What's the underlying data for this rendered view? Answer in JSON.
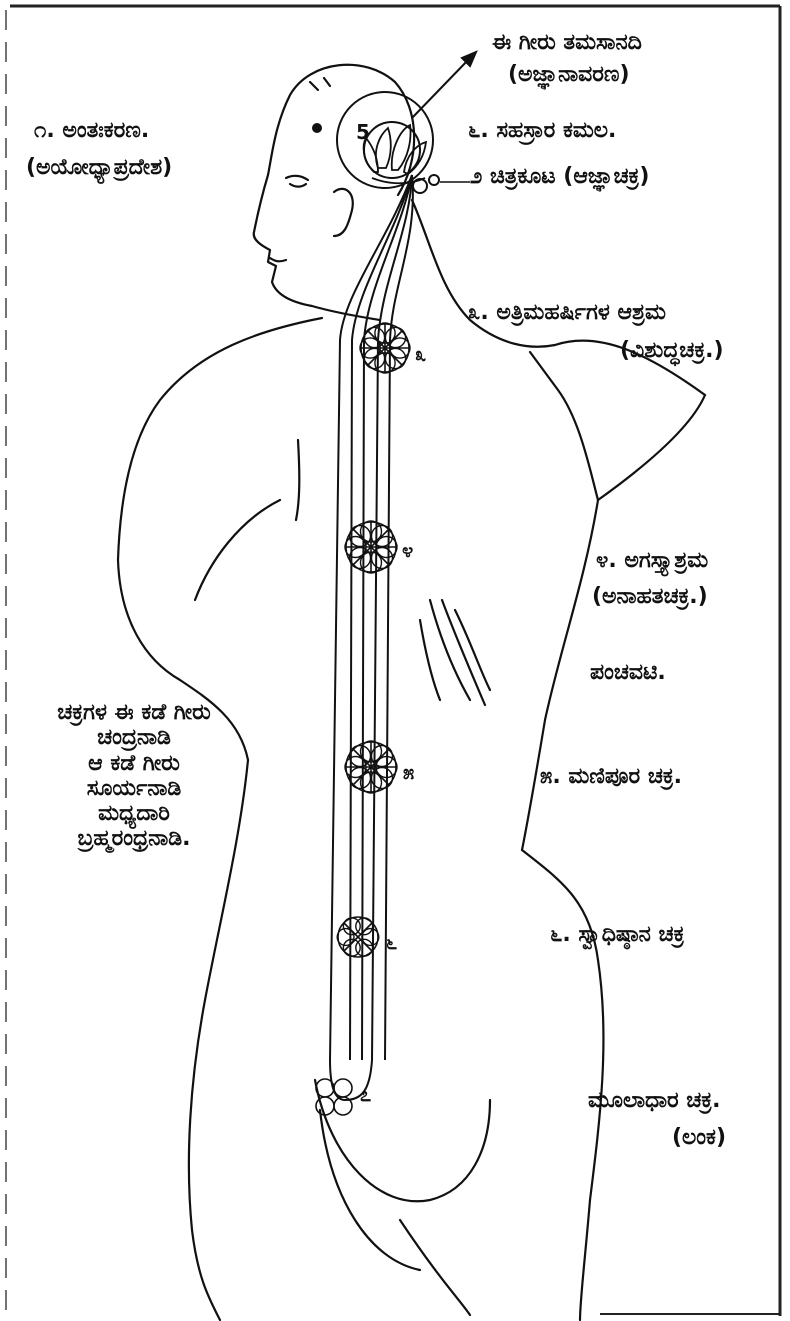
{
  "labels": {
    "top_line1": "ಈ ಗೀರು ತಮಸಾನದಿ",
    "top_line2": "(ಅಜ್ಞಾನಾವರಣ)",
    "c1_line1": "೧. ಅಂತಃಕರಣ.",
    "c1_line2": "(ಅಯೋಧ್ಯಾಪ್ರದೇಶ)",
    "c6": "೬. ಸಹಸ್ರಾರ ಕಮಲ.",
    "c_ajna": "೨ ಚಿತ್ರಕೂಟ (ಆಜ್ಞಾಚಕ್ರ)",
    "c5_line1": "೩. ಅತ್ರಿಮಹರ್ಷಿಗಳ ಆಶ್ರಮ",
    "c5_line2": "(ವಿಶುದ್ಧಚಕ್ರ.)",
    "c4_line1": "೪. ಅಗಸ್ತ್ಯಾಶ್ರಮ",
    "c4_line2": "(ಅನಾಹತಚಕ್ರ.)",
    "panchavati": "ಪಂಚವಟಿ.",
    "c3": "೫. ಮಣಿಪೂರ ಚಕ್ರ.",
    "c2": "೬. ಸ್ವಾಧಿಷ್ಠಾನ ಚಕ್ರ",
    "c1b_line1": "ಮೂಲಾಧಾರ ಚಕ್ರ.",
    "c1b_line2": "(ಲಂಕ)",
    "left_1": "ಚಕ್ರಗಳ ಈ ಕಡೆ ಗೀರು",
    "left_2": "ಚಂದ್ರನಾಡಿ",
    "left_3": "ಆ ಕಡೆ ಗೀರು",
    "left_4": "ಸೂರ್ಯನಾಡಿ",
    "left_5": "ಮಧ್ಯದಾರಿ",
    "left_6": "ಬ್ರಹ್ಮರಂಧ್ರನಾಡಿ."
  },
  "numbers": {
    "head": "5",
    "n_throat": "೩",
    "n_heart": "೪",
    "n_navel": "೫",
    "n_sacral": "೬",
    "n_root": "೭"
  }
}
